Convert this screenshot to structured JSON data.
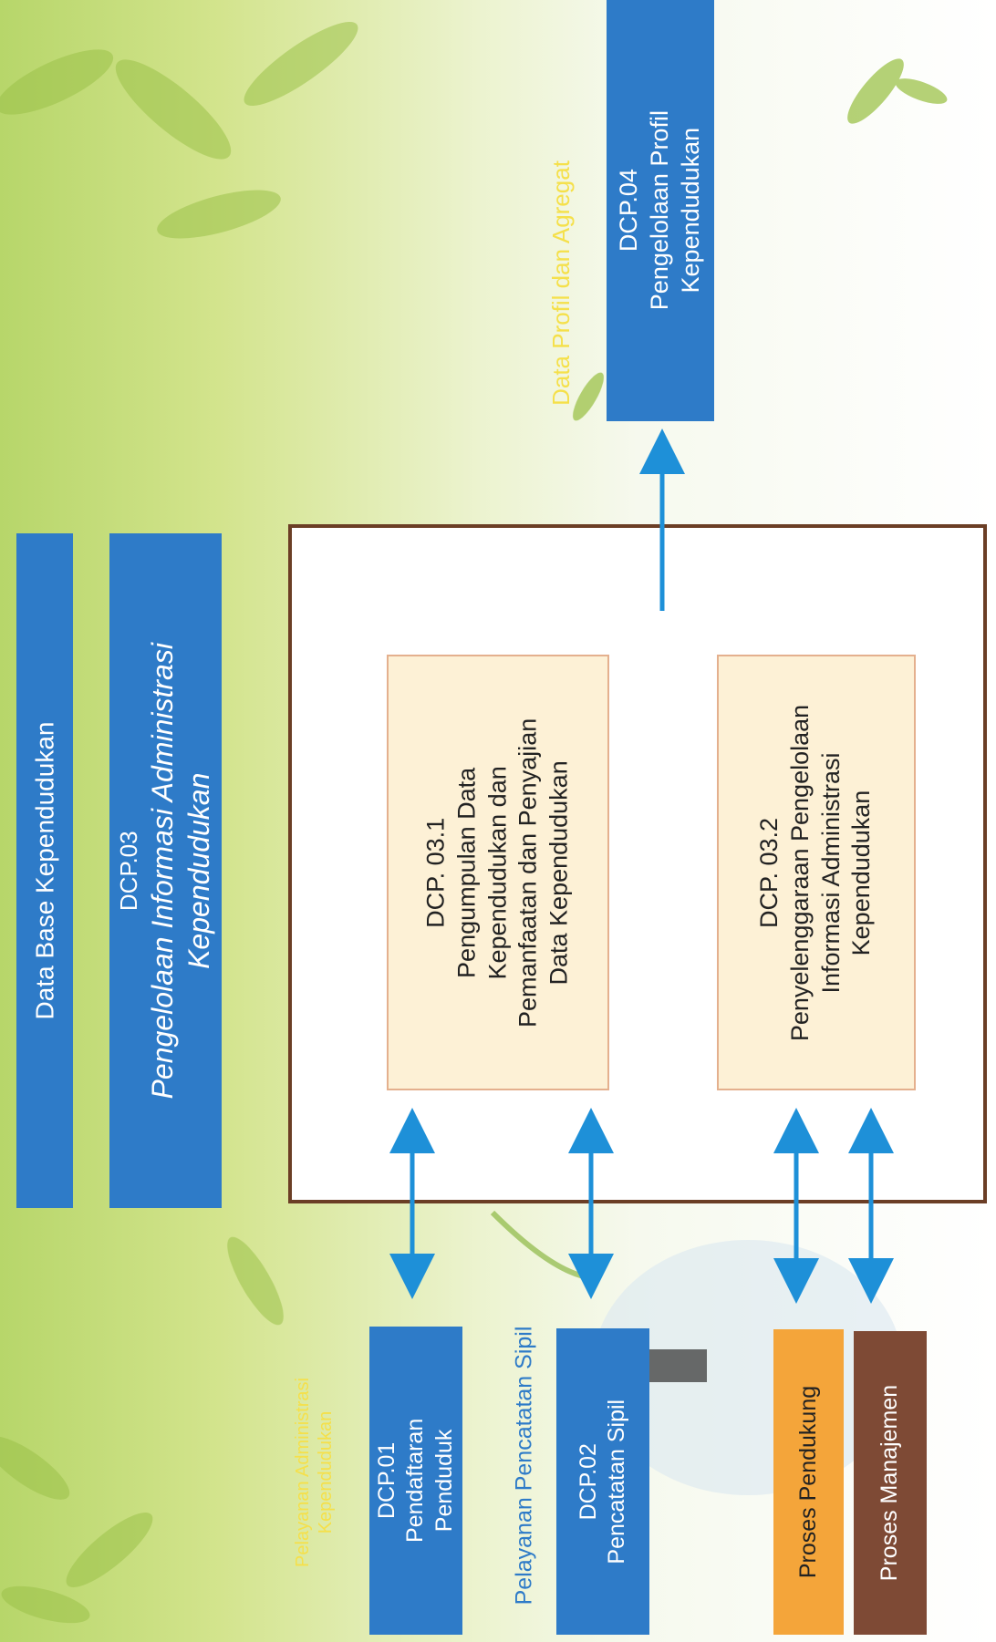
{
  "blocks": {
    "db": {
      "label": "Data Base Kependudukan"
    },
    "dcp03": {
      "code": "DCP.03",
      "title_line1": "Pengelolaan Informasi Administrasi",
      "title_line2": "Kependudukan"
    },
    "dcp04": {
      "code": "DCP.04",
      "line1": "Pengelolaan Profil",
      "line2": "Kependudukan"
    },
    "data_profil_label": "Data Profil dan Agregat",
    "dcp031": {
      "code": "DCP. 03.1",
      "lines": [
        "Pengumpulan Data",
        "Kependudukan dan",
        "Pemanfaatan dan Penyajian",
        "Data Kependudukan"
      ]
    },
    "dcp032": {
      "code": "DCP. 03.2",
      "lines": [
        "Penyelenggaraan Pengelolaan",
        "Informasi Administrasi",
        "Kependudukan"
      ]
    },
    "dcp01": {
      "code": "DCP.01",
      "line1": "Pendaftaran",
      "line2": "Penduduk"
    },
    "dcp02": {
      "code": "DCP.02",
      "line1": "Pencatatan Sipil"
    },
    "pelayanan_adminduk": {
      "line1": "Pelayanan Administrasi",
      "line2": "Kependudukan"
    },
    "pelayanan_capil": "Pelayanan Pencatatan Sipil",
    "proses_pendukung": "Proses Pendukung",
    "proses_manajemen": "Proses Manajemen"
  },
  "colors": {
    "blue_box": "#2e7bc8",
    "beige_box": "#fdf1d6",
    "frame_border": "#6b3e25",
    "arrow": "#1e90d8",
    "yellow_label": "#f5e04a",
    "orange_box": "#f4a53a",
    "brown_box": "#7e4a35"
  }
}
